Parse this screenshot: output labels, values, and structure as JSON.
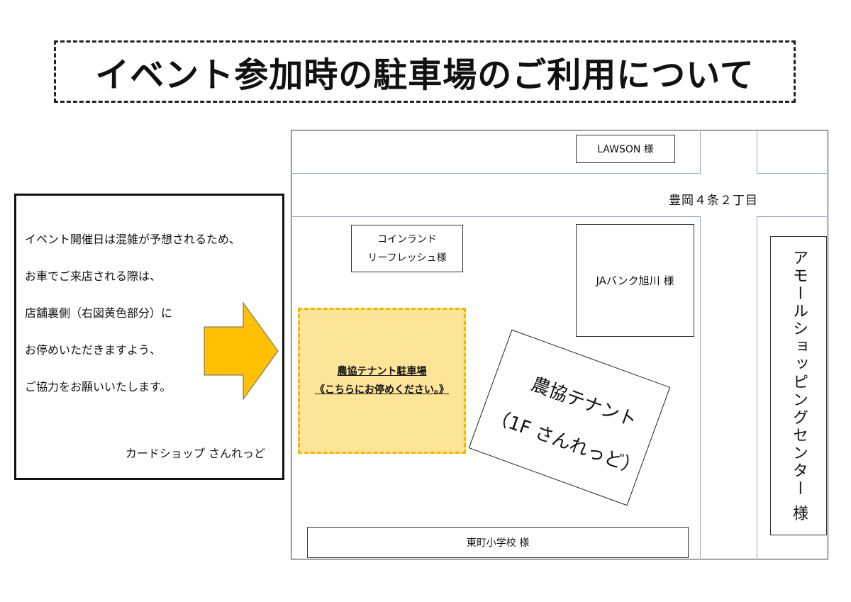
{
  "title": "イベント参加時の駐車場のご利用について",
  "notice": {
    "lines": [
      "イベント開催日は混雑が予想されるため、",
      "お車でご来店される際は、",
      "店舗裏側（右図黄色部分）に",
      "お停めいただきますよう、",
      "ご協力をお願いいたします。"
    ],
    "signature": "カードショップ さんれっど"
  },
  "map": {
    "lawson": "LAWSON 様",
    "address": "豊岡４条２丁目",
    "coin_laundry": [
      "コインランド",
      "リーフレッシュ様"
    ],
    "ja_bank": "JAバンク旭川 様",
    "parking": {
      "title": "農協テナント駐車場",
      "subtitle": "《こちらにお停めください。》"
    },
    "tenant": {
      "line1": "農協テナント",
      "line2": "（1F さんれっど）"
    },
    "shopping_center": "アモールショッピングセンター 様",
    "school": "東町小学校 様"
  },
  "colors": {
    "arrow_fill": "#ffc000",
    "parking_fill": "#fde597",
    "parking_border": "#f5b800",
    "road_line": "#8fa9d8"
  }
}
